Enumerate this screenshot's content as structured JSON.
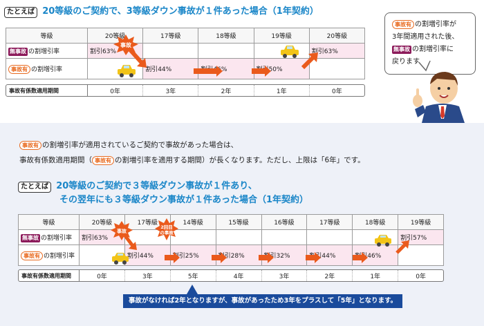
{
  "labels": {
    "example_tag": "たとえば",
    "no_accident_badge": "無事故",
    "accident_badge": "事故有",
    "rate_suffix": "の割増引率",
    "header_label": "等級",
    "period_label": "事故有係数適用期間",
    "accident_burst": "事故",
    "second_accident_burst_l1": "2回目",
    "second_accident_burst_l2": "の事故"
  },
  "example1": {
    "title": "20等級のご契約で、3等級ダウン事故が１件あった場合（1年契約）",
    "headers": [
      "20等級",
      "17等級",
      "18等級",
      "19等級",
      "20等級"
    ],
    "no_accident": [
      "割引63%",
      "",
      "",
      "",
      "割引63%"
    ],
    "accident": [
      "",
      "割引44%",
      "割引46%",
      "割引50%",
      ""
    ],
    "period": [
      "0年",
      "3年",
      "2年",
      "1年",
      "0年"
    ]
  },
  "bubble": {
    "line1_badge": "事故有",
    "line1_text": "の割増引率が",
    "line2": "3年間適用された後、",
    "line3_badge": "無事故",
    "line3_text": "の割増引率に",
    "line4": "戻ります。"
  },
  "explain": {
    "line1_badge": "事故有",
    "line1_text": "の割増引率が適用されているご契約で事故があった場合は、",
    "line2_pre": "事故有係数適用期間（",
    "line2_badge": "事故有",
    "line2_post": "の割増引率を適用する期間）が長くなります。ただし、上限は「6年」です。"
  },
  "example2": {
    "title_l1": "20等級のご契約で３等級ダウン事故が１件あり、",
    "title_l2": "その翌年にも３等級ダウン事故が１件あった場合（1年契約）",
    "headers": [
      "20等級",
      "17等級",
      "14等級",
      "15等級",
      "16等級",
      "17等級",
      "18等級",
      "19等級"
    ],
    "no_accident": [
      "割引63%",
      "",
      "",
      "",
      "",
      "",
      "",
      "割引57%"
    ],
    "accident": [
      "",
      "割引44%",
      "割引25%",
      "割引28%",
      "割引32%",
      "割引44%",
      "割引46%",
      ""
    ],
    "period": [
      "0年",
      "3年",
      "5年",
      "4年",
      "3年",
      "2年",
      "1年",
      "0年"
    ]
  },
  "note": "事故がなければ2年となりますが、事故があったため3年をプラスして「5年」となります。",
  "colors": {
    "title": "#1a86c8",
    "arrow": "#ea5a1c",
    "no_accident": "#8c1a5a",
    "accident": "#e86a1f",
    "note_bg": "#1a4b9c",
    "pink_cell": "#fbe6ef"
  }
}
